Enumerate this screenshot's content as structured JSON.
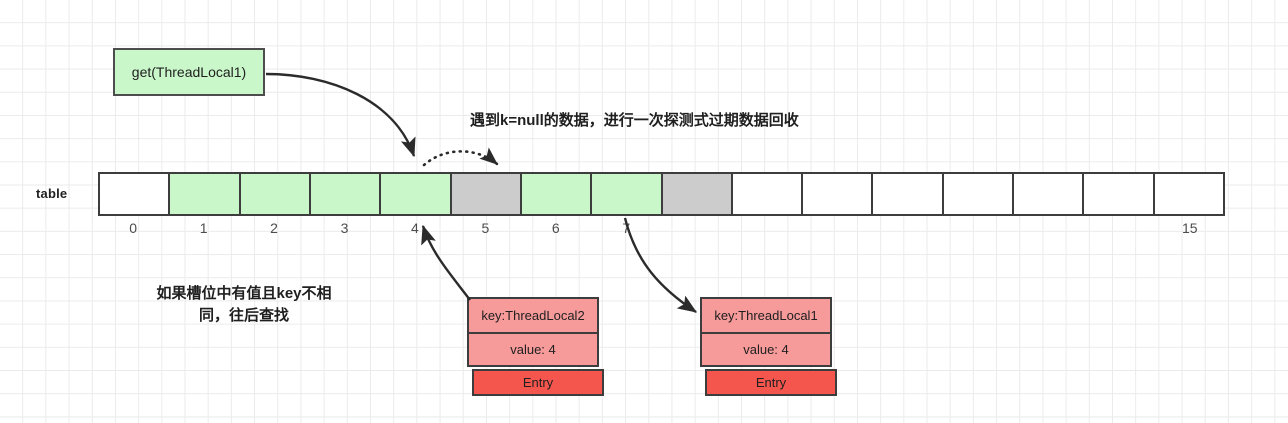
{
  "diagram": {
    "title_note_top": "遇到k=null的数据，进行一次探测式过期数据回收",
    "note_bottom_line1": "如果槽位中有值且key不相",
    "note_bottom_line2": "同，往后查找"
  },
  "get_box": {
    "label": "get(ThreadLocal1)",
    "fill": "#c9f7c9",
    "stroke": "#4d4d4d"
  },
  "table": {
    "label": "table",
    "cell_count": 16,
    "cells": [
      {
        "index": 0,
        "state": "empty",
        "fill": "#ffffff"
      },
      {
        "index": 1,
        "state": "occupied",
        "fill": "#c9f7c9"
      },
      {
        "index": 2,
        "state": "occupied",
        "fill": "#c9f7c9"
      },
      {
        "index": 3,
        "state": "occupied",
        "fill": "#c9f7c9"
      },
      {
        "index": 4,
        "state": "occupied",
        "fill": "#c9f7c9"
      },
      {
        "index": 5,
        "state": "stale",
        "fill": "#cccccc"
      },
      {
        "index": 6,
        "state": "occupied",
        "fill": "#c9f7c9"
      },
      {
        "index": 7,
        "state": "occupied",
        "fill": "#c9f7c9"
      },
      {
        "index": 8,
        "state": "stale",
        "fill": "#cccccc"
      },
      {
        "index": 9,
        "state": "empty",
        "fill": "#ffffff"
      },
      {
        "index": 10,
        "state": "empty",
        "fill": "#ffffff"
      },
      {
        "index": 11,
        "state": "empty",
        "fill": "#ffffff"
      },
      {
        "index": 12,
        "state": "empty",
        "fill": "#ffffff"
      },
      {
        "index": 13,
        "state": "empty",
        "fill": "#ffffff"
      },
      {
        "index": 14,
        "state": "empty",
        "fill": "#ffffff"
      },
      {
        "index": 15,
        "state": "empty",
        "fill": "#ffffff"
      }
    ],
    "visible_index_labels": [
      "0",
      "1",
      "2",
      "3",
      "4",
      "5",
      "6",
      "7",
      "15"
    ]
  },
  "entries": [
    {
      "key": "key:ThreadLocal2",
      "value": "value: 4",
      "title": "Entry",
      "kv_fill": "#f79a9a",
      "title_fill": "#f4564e"
    },
    {
      "key": "key:ThreadLocal1",
      "value": "value: 4",
      "title": "Entry",
      "kv_fill": "#f79a9a",
      "title_fill": "#f4564e"
    }
  ],
  "connectors": [
    {
      "name": "get-to-slot4",
      "style": "solid",
      "from": "get-box",
      "to": "slot-4"
    },
    {
      "name": "slot4-to-slot5",
      "style": "dotted",
      "from": "slot-4",
      "to": "slot-5"
    },
    {
      "name": "entry2-to-slot4",
      "style": "solid",
      "from": "entry-threadlocal2",
      "to": "slot-4"
    },
    {
      "name": "slot7-to-entry1",
      "style": "solid",
      "from": "slot-7",
      "to": "entry-threadlocal1"
    }
  ]
}
